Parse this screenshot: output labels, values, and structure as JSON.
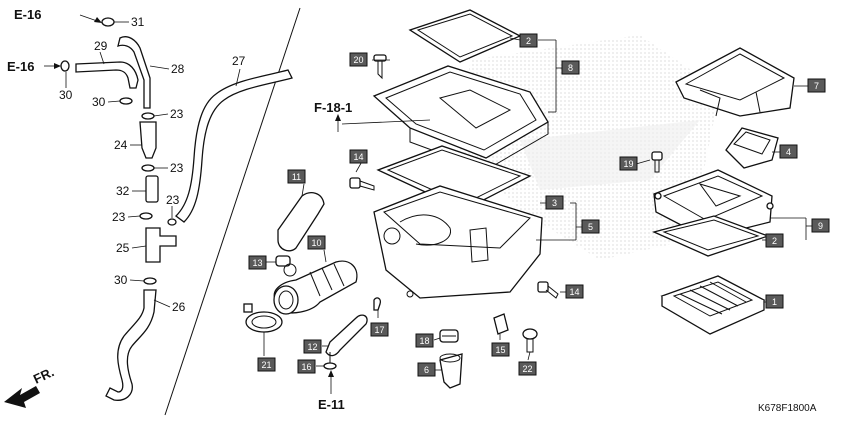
{
  "diagram": {
    "drawing_code": "K678F1800A",
    "refs": {
      "e16": "E-16",
      "f18_1": "F-18-1",
      "e11": "E-11",
      "fr": "FR."
    },
    "plain_labels": {
      "n31": "31",
      "n29": "29",
      "n28": "28",
      "n30a": "30",
      "n30b": "30",
      "n30c": "30",
      "n23a": "23",
      "n23b": "23",
      "n23c": "23",
      "n23d": "23",
      "n24": "24",
      "n32": "32",
      "n25": "25",
      "n26": "26",
      "n27": "27"
    },
    "boxed_labels": {
      "b20": "20",
      "b2a": "2",
      "b8": "8",
      "b7": "7",
      "b14a": "14",
      "b11": "11",
      "b3": "3",
      "b5": "5",
      "b4": "4",
      "b19": "19",
      "b9": "9",
      "b2b": "2",
      "b10": "10",
      "b13": "13",
      "b14b": "14",
      "b1": "1",
      "b17": "17",
      "b12": "12",
      "b18": "18",
      "b15": "15",
      "b21": "21",
      "b16": "16",
      "b6": "6",
      "b22": "22"
    },
    "colors": {
      "line": "#111111",
      "box_fill": "#5a5a5a",
      "background": "#ffffff",
      "watermark": "#d9d9d9"
    }
  }
}
